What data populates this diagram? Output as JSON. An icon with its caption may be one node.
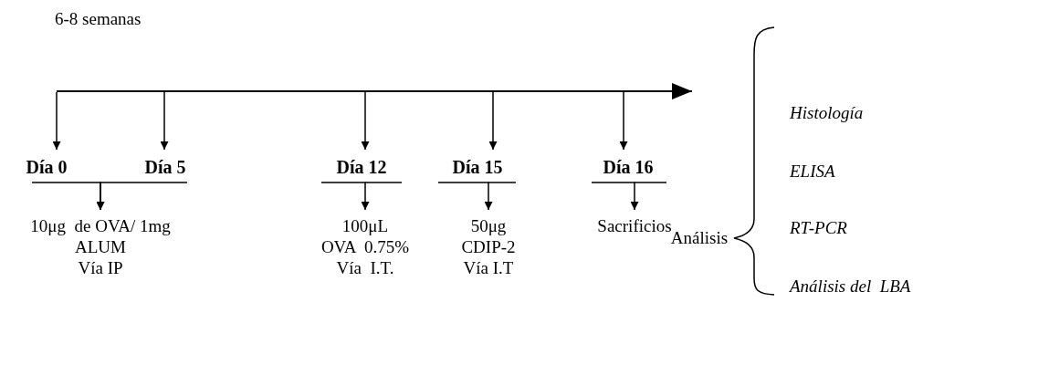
{
  "diagram": {
    "nodes": [
      {
        "text": [
          "Día 0"
        ]
      },
      {
        "text": [
          "Día 5"
        ]
      },
      {
        "text": [
          "Día 12"
        ]
      },
      {
        "text": [
          "Día 15"
        ]
      },
      {
        "text": [
          "Día 16"
        ]
      },
      {
        "text": [
          "10μg  de OVA/ 1mg",
          "ALUM",
          "Vía IP"
        ]
      },
      {
        "text": [
          "100μL",
          "OVA  0.75%",
          "Vía  I.T."
        ]
      },
      {
        "text": [
          "50μg",
          "CDIP-2",
          "Vía I.T"
        ]
      },
      {
        "text": [
          "Sacrificios"
        ]
      },
      {
        "text": [
          "Análisis"
        ]
      }
    ],
    "edges": [
      {
        "from": null,
        "to": 0,
        "arrow": "to"
      },
      {
        "from": null,
        "to": 1,
        "arrow": "to"
      },
      {
        "from": null,
        "to": 2,
        "arrow": "to"
      },
      {
        "from": null,
        "to": 3,
        "arrow": "to"
      },
      {
        "from": null,
        "to": 4,
        "arrow": "to"
      },
      {
        "from": 0,
        "to": 5,
        "arrow": "to"
      },
      {
        "from": 1,
        "to": 5,
        "arrow": "to"
      },
      {
        "from": 2,
        "to": 6,
        "arrow": "to"
      },
      {
        "from": 3,
        "to": 7,
        "arrow": "to"
      },
      {
        "from": 4,
        "to": 8,
        "arrow": "to"
      }
    ],
    "labels": [
      "6-8 semanas",
      "Histología",
      "ELISA",
      "RT-PCR",
      "Análisis del  LBA"
    ]
  }
}
